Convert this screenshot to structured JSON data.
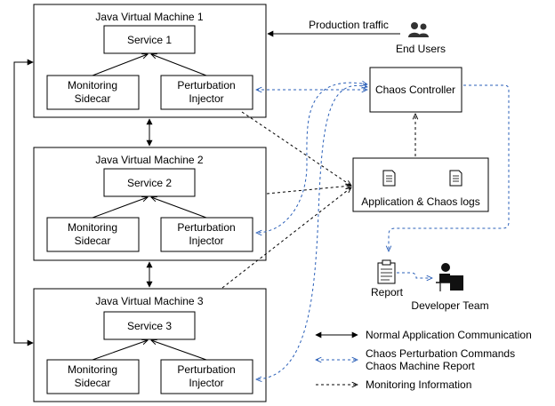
{
  "jvm1": {
    "title": "Java Virtual Machine 1",
    "service": "Service 1",
    "monitor": [
      "Monitoring",
      "Sidecar"
    ],
    "injector": [
      "Perturbation",
      "Injector"
    ]
  },
  "jvm2": {
    "title": "Java Virtual Machine 2",
    "service": "Service 2",
    "monitor": [
      "Monitoring",
      "Sidecar"
    ],
    "injector": [
      "Perturbation",
      "Injector"
    ]
  },
  "jvm3": {
    "title": "Java Virtual Machine 3",
    "service": "Service 3",
    "monitor": [
      "Monitoring",
      "Sidecar"
    ],
    "injector": [
      "Perturbation",
      "Injector"
    ]
  },
  "production_traffic": "Production traffic",
  "end_users": "End Users",
  "chaos_controller": "Chaos Controller",
  "logs": "Application & Chaos logs",
  "report": "Report",
  "developer_team": "Developer Team",
  "legend": {
    "normal": "Normal Application Communication",
    "chaos_line1": "Chaos Perturbation Commands",
    "chaos_line2": "Chaos Machine Report",
    "monitoring": "Monitoring Information"
  },
  "colors": {
    "chaos_line": "#2a5fb8",
    "line": "#000000"
  },
  "icons": {
    "users": "users-icon",
    "document": "document-icon",
    "report": "report-icon",
    "developer": "developer-icon"
  }
}
